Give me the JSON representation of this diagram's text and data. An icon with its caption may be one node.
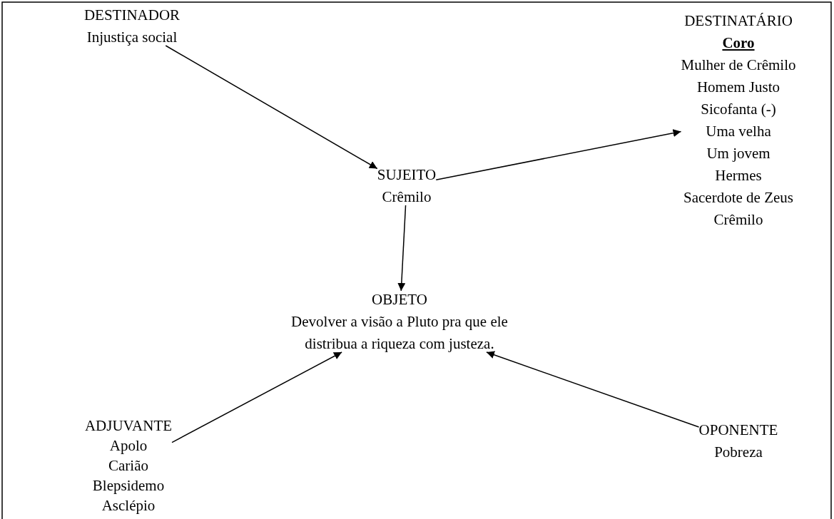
{
  "diagram": {
    "nodes": [
      {
        "text": [
          "DESTINADOR",
          "Injustiça social"
        ]
      },
      {
        "text": [
          "DESTINATÁRIO",
          "Coro",
          "Mulher de Crêmilo",
          "Homem Justo",
          "Sicofanta (-)",
          "Uma velha",
          "Um jovem",
          "Hermes",
          "Sacerdote de Zeus",
          "Crêmilo"
        ]
      },
      {
        "text": [
          "SUJEITO",
          "Crêmilo"
        ]
      },
      {
        "text": [
          "OBJETO",
          "Devolver a visão a Pluto pra que ele distribua a riqueza com justeza."
        ]
      },
      {
        "text": [
          "ADJUVANTE",
          "Apolo",
          "Carião",
          "Blepsidemo",
          "Asclépio"
        ]
      },
      {
        "text": [
          "OPONENTE",
          "Pobreza"
        ]
      }
    ],
    "edges": [
      {
        "from": 0,
        "to": 2,
        "arrow": "to"
      },
      {
        "from": 2,
        "to": 1,
        "arrow": "to"
      },
      {
        "from": 2,
        "to": 3,
        "arrow": "to"
      },
      {
        "from": 4,
        "to": 3,
        "arrow": "to"
      },
      {
        "from": 5,
        "to": 3,
        "arrow": "to"
      }
    ]
  }
}
